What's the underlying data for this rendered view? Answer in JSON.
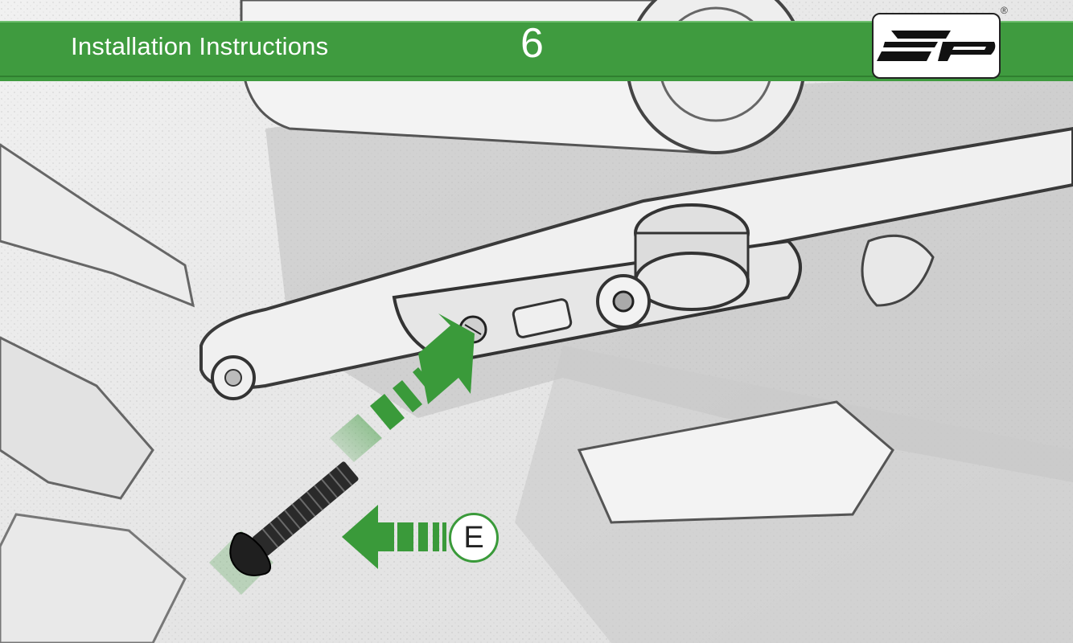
{
  "header": {
    "title": "Installation Instructions",
    "step_number": "6",
    "logo_icon": "ep-logo-icon",
    "registered_mark": "®"
  },
  "callout": {
    "label": "E"
  },
  "colors": {
    "brand_green": "#3f9b3f",
    "arrow_green": "#3a9a3a",
    "background": "#e9e9e9"
  }
}
